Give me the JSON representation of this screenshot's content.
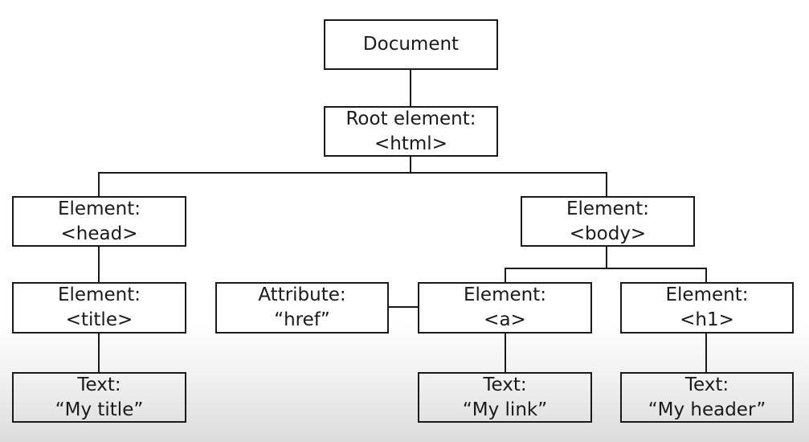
{
  "diagram": {
    "document": {
      "line1": "Document"
    },
    "root": {
      "line1": "Root element:",
      "line2": "<html>"
    },
    "head": {
      "line1": "Element:",
      "line2": "<head>"
    },
    "body": {
      "line1": "Element:",
      "line2": "<body>"
    },
    "title": {
      "line1": "Element:",
      "line2": "<title>"
    },
    "href": {
      "line1": "Attribute:",
      "line2": "“href”"
    },
    "a": {
      "line1": "Element:",
      "line2": "<a>"
    },
    "h1": {
      "line1": "Element:",
      "line2": "<h1>"
    },
    "text_title": {
      "line1": "Text:",
      "line2": "“My title”"
    },
    "text_link": {
      "line1": "Text:",
      "line2": "“My link”"
    },
    "text_header": {
      "line1": "Text:",
      "line2": "“My header”"
    }
  }
}
